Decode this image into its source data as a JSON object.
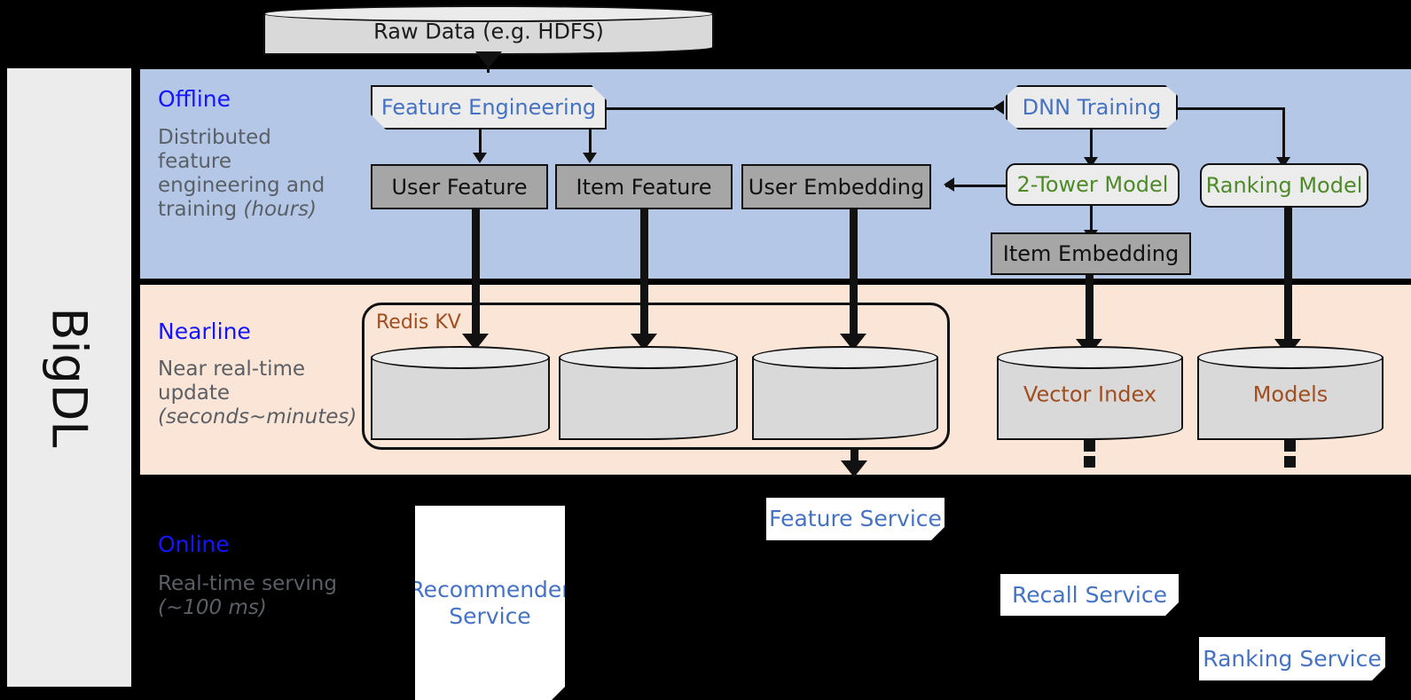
{
  "rail": {
    "label": "BigDL"
  },
  "bands": [
    {
      "name": "offline",
      "title": "Offline",
      "subtitle": "Distributed feature engineering and training ",
      "subtitle_em": "(hours)"
    },
    {
      "name": "nearline",
      "title": "Nearline",
      "subtitle": "Near real-time update ",
      "subtitle_em": "(seconds~minutes)"
    },
    {
      "name": "online",
      "title": "Online",
      "subtitle": "Real-time serving ",
      "subtitle_em": "(~100 ms)"
    }
  ],
  "source": {
    "raw_data": "Raw Data (e.g. HDFS)"
  },
  "offline": {
    "feature_engineering": "Feature Engineering",
    "dnn_training": "DNN Training",
    "user_feature": "User Feature",
    "item_feature": "Item Feature",
    "user_embedding": "User Embedding",
    "two_tower_model": "2-Tower Model",
    "ranking_model": "Ranking Model",
    "item_embedding": "Item Embedding"
  },
  "nearline": {
    "redis_kv": "Redis KV",
    "vector_index": "Vector Index",
    "models": "Models"
  },
  "online": {
    "recommender_service": "Recommender\nService",
    "recommender_service_l1": "Recommender",
    "recommender_service_l2": "Service",
    "feature_service": "Feature Service",
    "recall_service": "Recall Service",
    "ranking_service": "Ranking Service"
  },
  "colors": {
    "offline_band": "#b4c7e7",
    "nearline_band": "#fbe5d6",
    "online_band": "#000000",
    "band_title": "#1414ff",
    "band_subtitle": "#5a5f66",
    "process_text": "#4472c4",
    "model_text": "#4f8a29",
    "store_text": "#a14d1e",
    "data_box": "#a6a6a6",
    "light_box": "#ececec",
    "rail_bg": "#ececec"
  }
}
